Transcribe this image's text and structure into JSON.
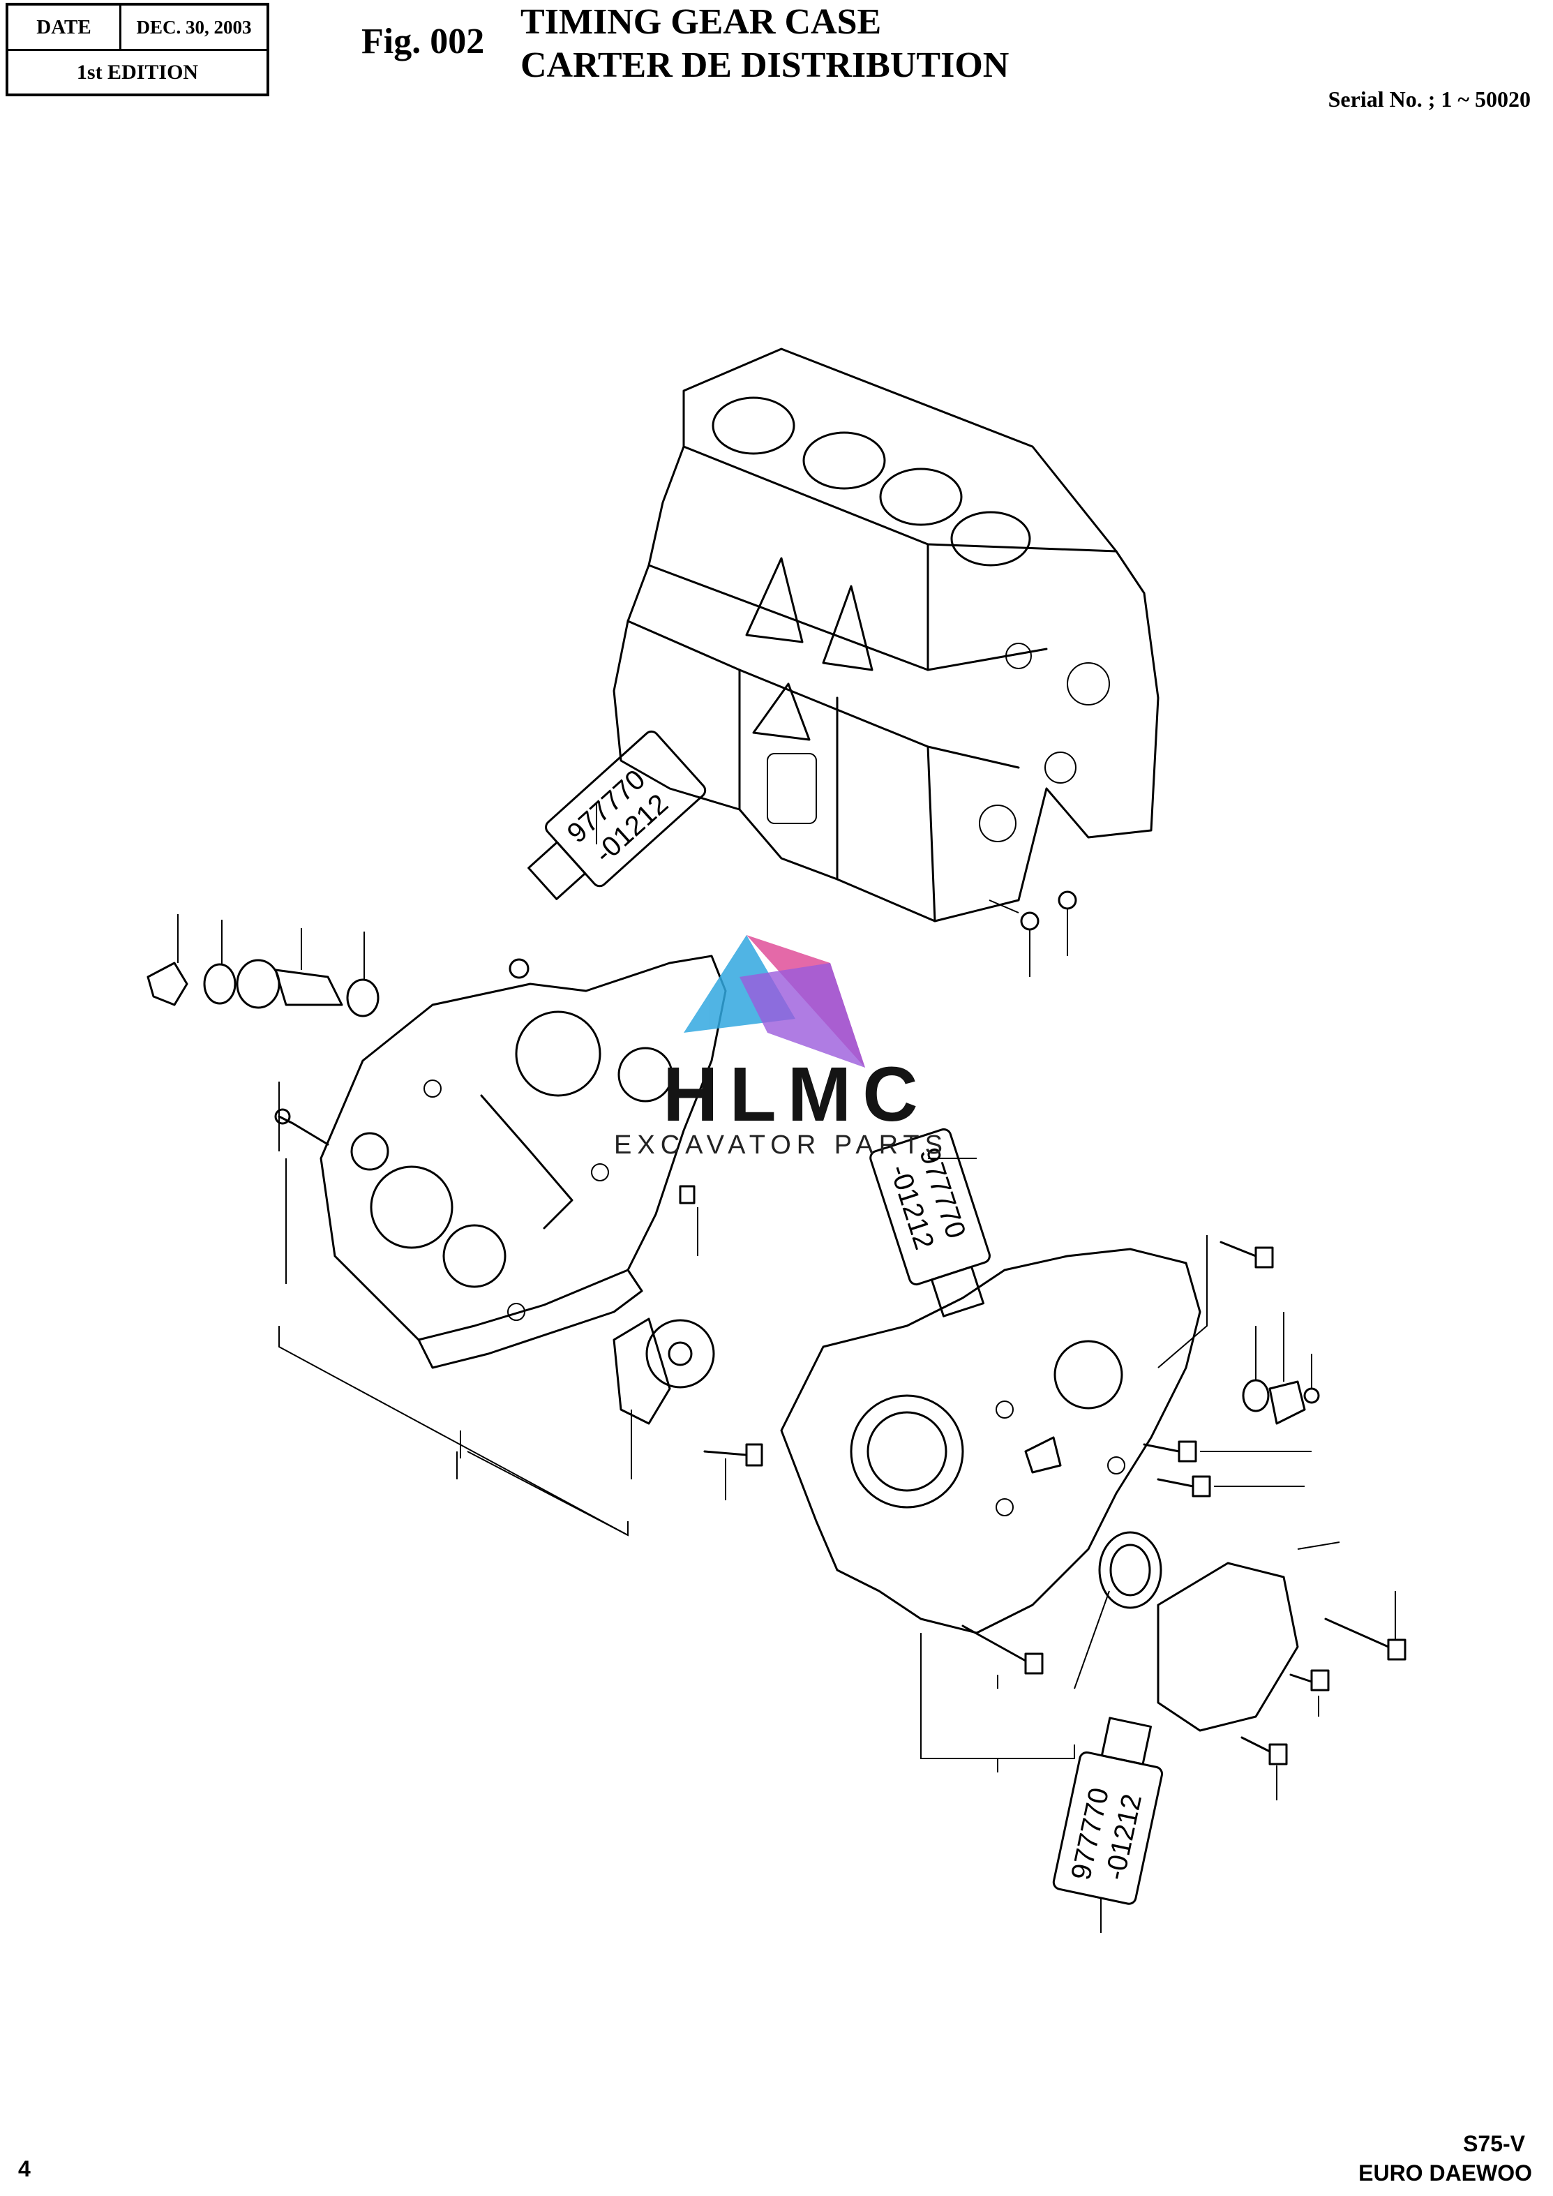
{
  "header": {
    "date_label": "DATE",
    "date_value": "DEC. 30, 2003",
    "edition": "1st EDITION",
    "fig_label": "Fig. 002",
    "title_en": "TIMING GEAR CASE",
    "title_fr": "CARTER DE DISTRIBUTION",
    "serial": "Serial No. ; 1 ~ 50020"
  },
  "sealant_tubes": [
    {
      "line1": "977770",
      "line2": "-01212"
    },
    {
      "line1": "977770",
      "line2": "-01212"
    },
    {
      "line1": "977770",
      "line2": "-01212"
    }
  ],
  "watermark": {
    "name": "HLMC",
    "subtitle": "EXCAVATOR PARTS"
  },
  "footer": {
    "page_number": "4",
    "model": "S75-V",
    "brand": "EURO DAEWOO"
  }
}
